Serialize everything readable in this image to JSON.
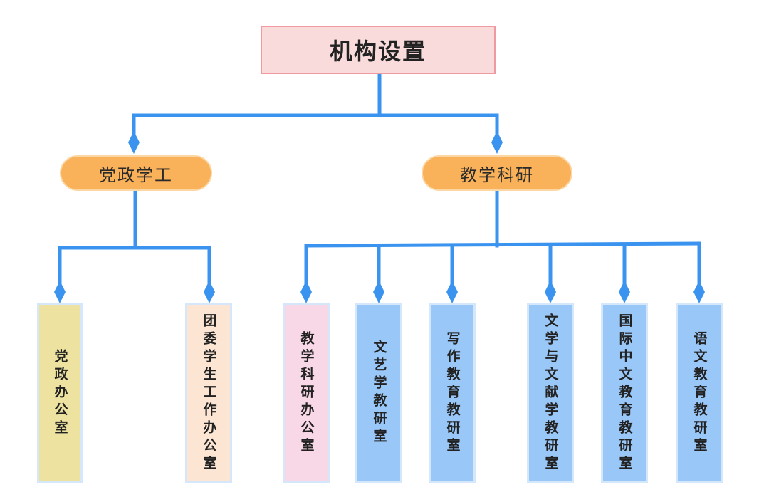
{
  "root": {
    "label": "机构设置"
  },
  "branches": [
    {
      "label": "党政学工"
    },
    {
      "label": "教学科研"
    }
  ],
  "units": [
    {
      "label": "党政办公室",
      "color": "#ede29f"
    },
    {
      "label": "团委学生工作办公室",
      "color": "#fce5d3"
    },
    {
      "label": "教学科研办公室",
      "color": "#f8d7e6"
    },
    {
      "label": "文艺学教研室",
      "color": "#99c7f7"
    },
    {
      "label": "写作教育教研室",
      "color": "#99c7f7"
    },
    {
      "label": "文学与文献学教研室",
      "color": "#99c7f7"
    },
    {
      "label": "国际中文教育教研室",
      "color": "#99c7f7"
    },
    {
      "label": "语文教育教研室",
      "color": "#99c7f7"
    }
  ],
  "colors": {
    "connector": "#3a93ef"
  }
}
